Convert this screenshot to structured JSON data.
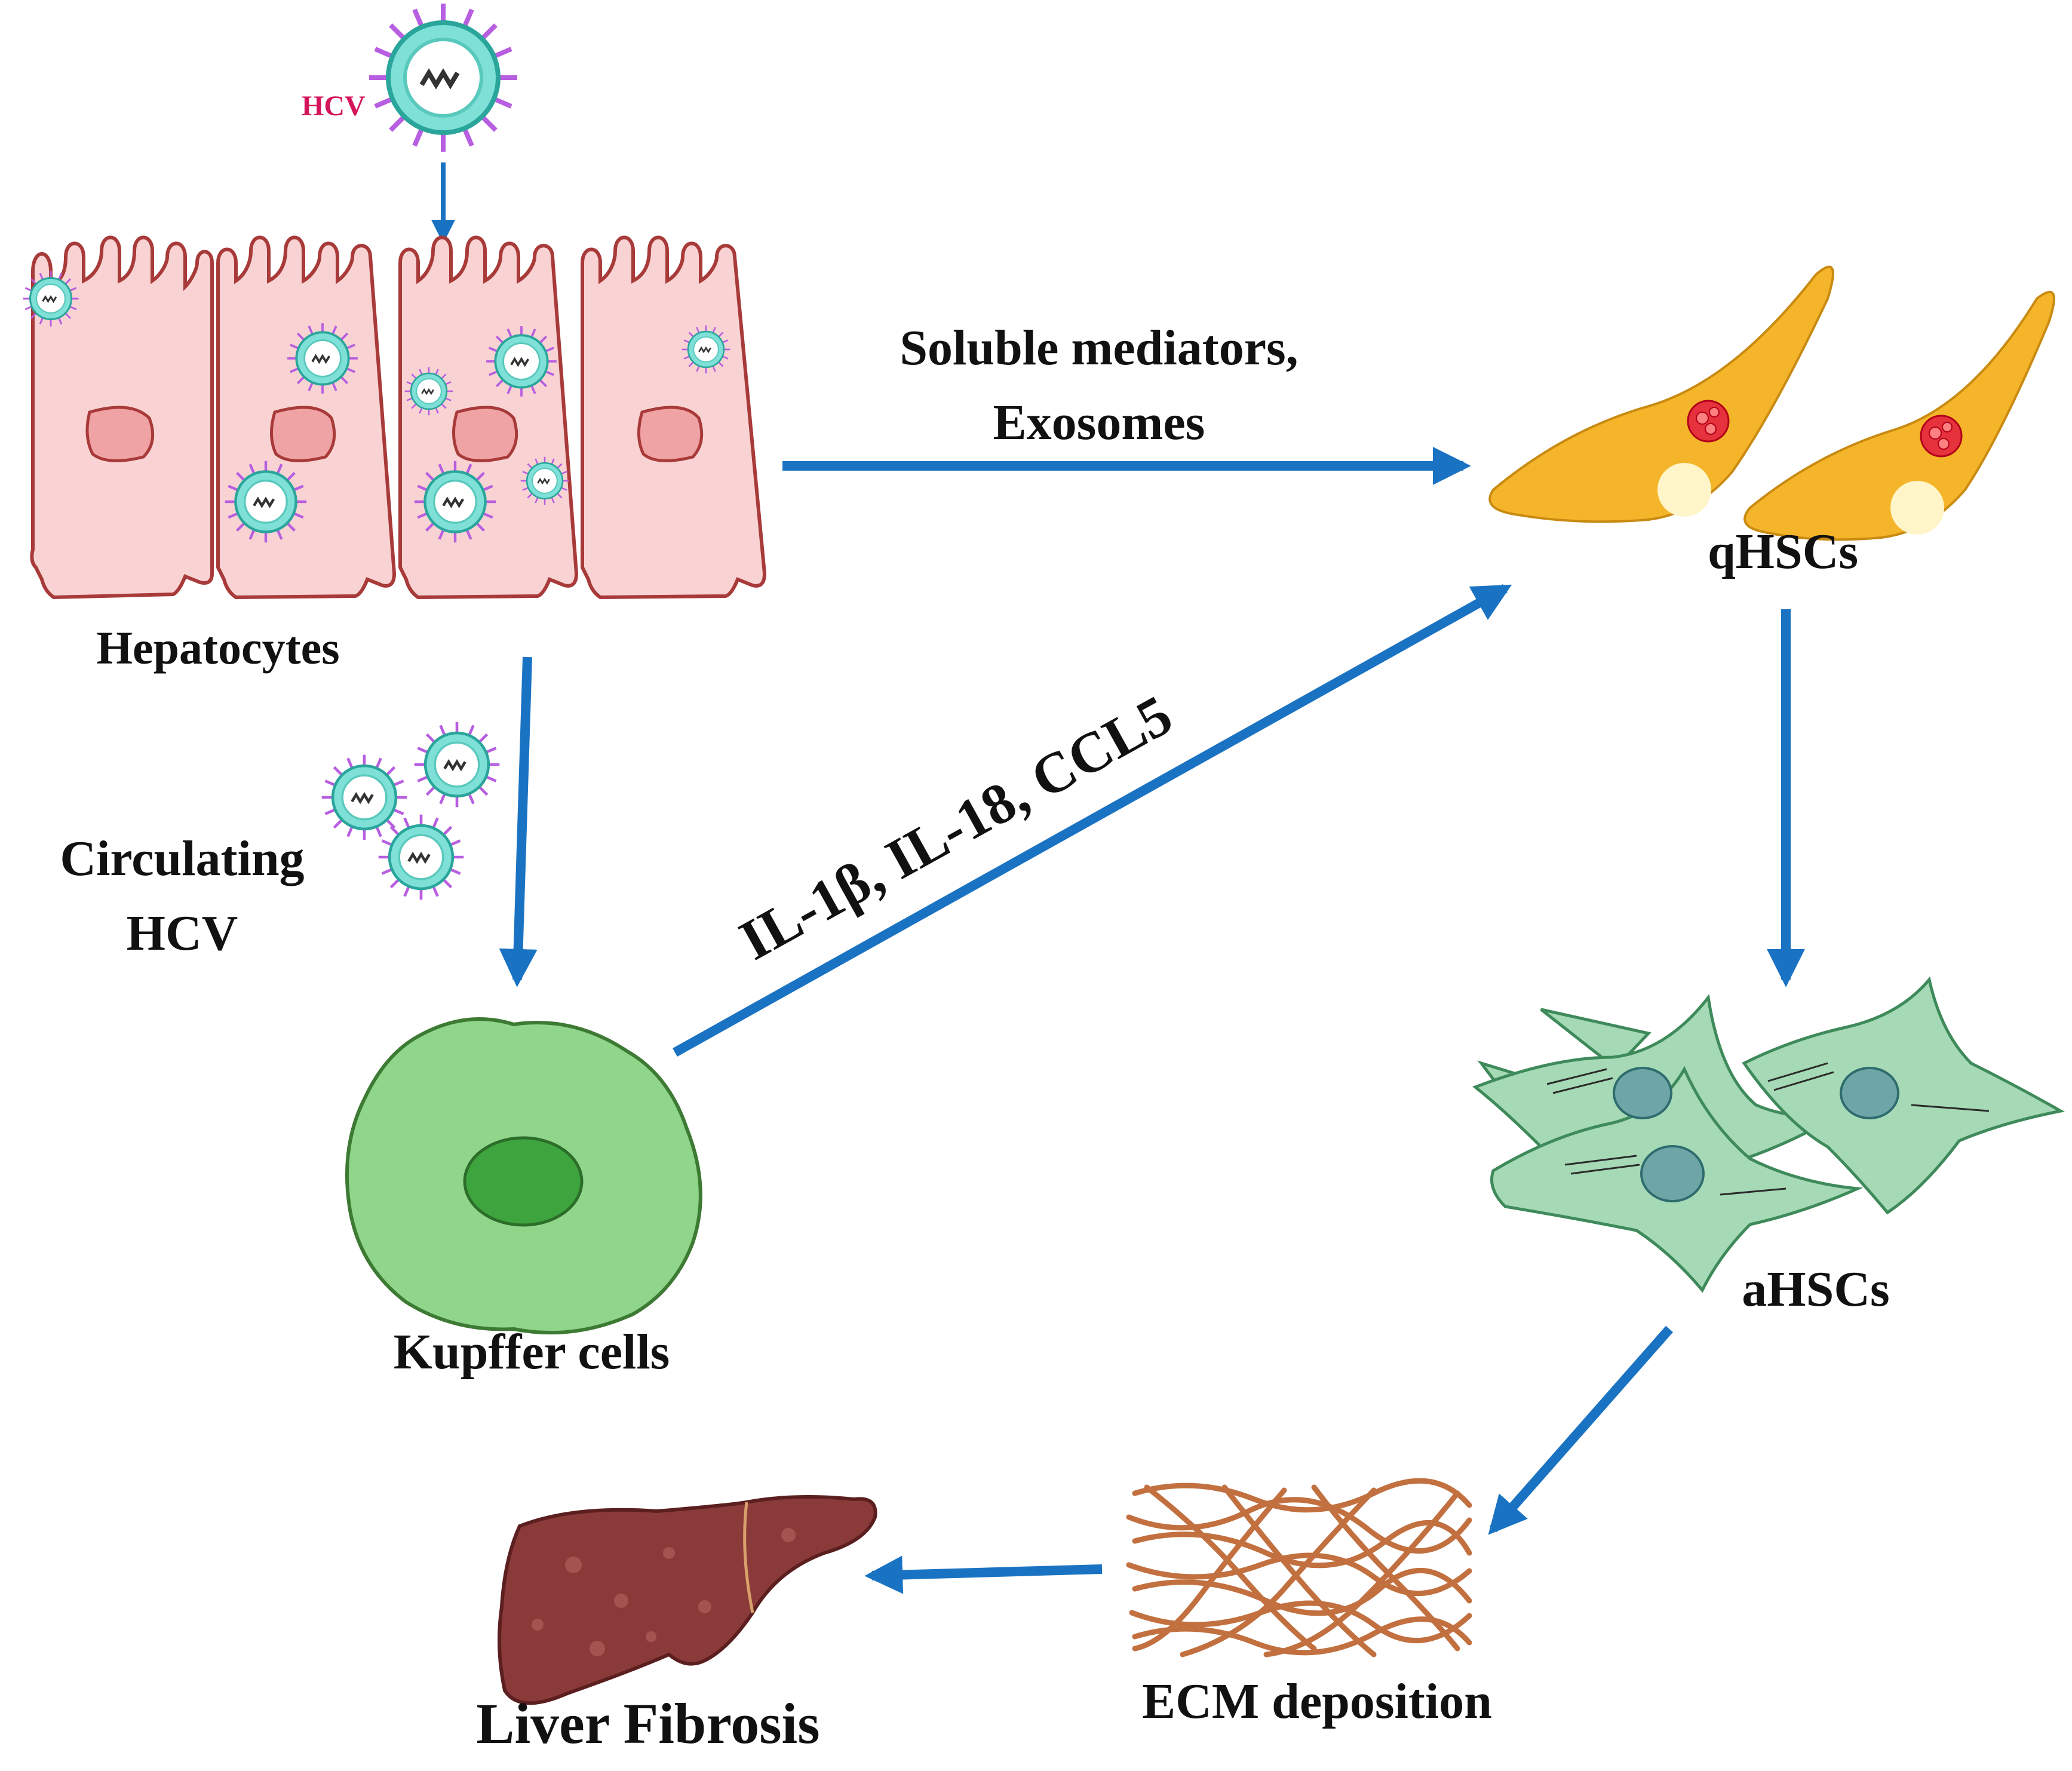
{
  "nodes": {
    "hcv_virion": "HCV",
    "hepatocytes": "Hepatocytes",
    "qhscs": "qHSCs",
    "circulating_hcv": [
      "Circulating",
      "HCV"
    ],
    "kupffer": "Kupffer cells",
    "ahscs": "aHSCs",
    "ecm": "ECM deposition",
    "liver": "Liver Fibrosis"
  },
  "edges": {
    "hepatocytes_to_qhscs": [
      "Soluble mediators,",
      "Exosomes"
    ],
    "kupffer_to_qhscs": "IL-1β, IL-18, CCL5"
  },
  "colors": {
    "arrow": "#1a73c2",
    "hepatocyte_fill": "#f9d3d3",
    "hepatocyte_stroke": "#a83a3a",
    "nucleus_fill": "#f0a3a5",
    "virus_ring": "#7ee0d6",
    "virus_spike": "#b85ee0",
    "qhsc_fill": "#f5b52a",
    "kupffer_fill": "#8fd58a",
    "kupffer_nucleus": "#3ea43e",
    "ahsc_fill": "#a6d9b6",
    "ecm_fiber": "#c2703f",
    "liver_fill": "#8b3a3a",
    "hcv_tag": "#d4145a"
  }
}
